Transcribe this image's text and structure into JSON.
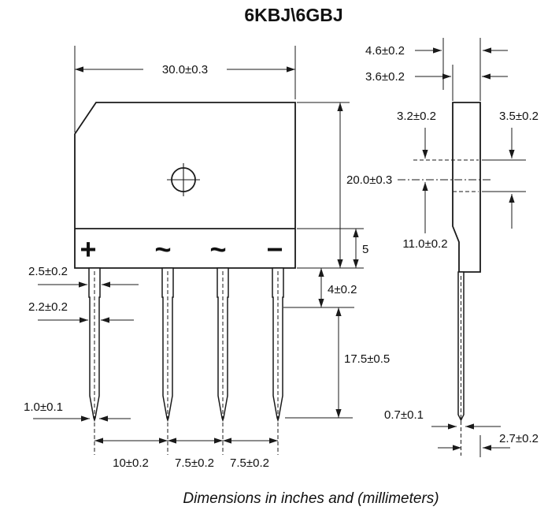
{
  "title": "6KBJ\\6GBJ",
  "caption": "Dimensions in inches and (millimeters)",
  "front": {
    "width": "30.0±0.3",
    "height": "20.0±0.3",
    "base_height": "5",
    "shoulder_len": "4±0.2",
    "pin_len": "17.5±0.5",
    "pin_w1": "2.5±0.2",
    "pin_w2": "2.2±0.2",
    "pin_tip_w": "1.0±0.1",
    "pitch1": "10±0.2",
    "pitch2": "7.5±0.2",
    "pitch3": "7.5±0.2",
    "sym_plus": "+",
    "sym_ac1": "~",
    "sym_ac2": "~",
    "sym_minus": "−"
  },
  "side": {
    "depth_total": "4.6±0.2",
    "depth_body": "3.6±0.2",
    "hole_top_left": "3.2±0.2",
    "hole_top_right": "3.5±0.2",
    "center_to_bottom": "11.0±0.2",
    "pin_thickness": "0.7±0.1",
    "pin_offset": "2.7±0.2"
  }
}
